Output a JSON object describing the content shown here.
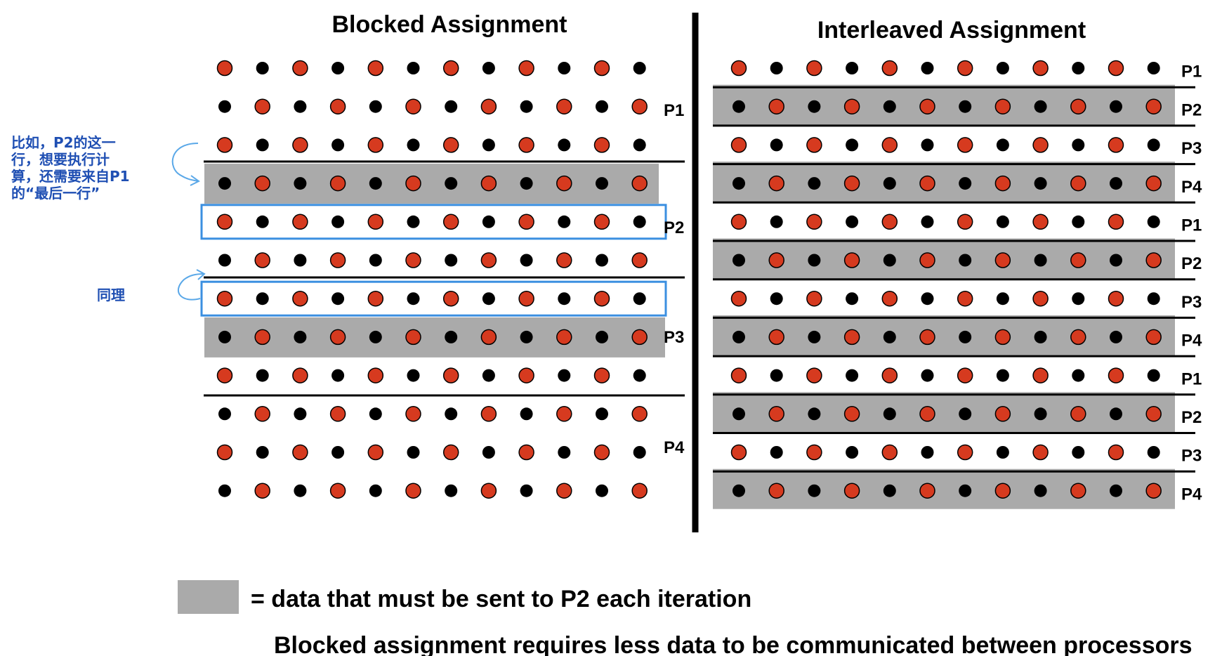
{
  "left_title": "Blocked Assignment",
  "right_title": "Interleaved Assignment",
  "left_p_labels": [
    "P1",
    "P2",
    "P3",
    "P4"
  ],
  "right_p_labels": [
    "P1",
    "P2",
    "P3",
    "P4",
    "P1",
    "P2",
    "P3",
    "P4",
    "P1",
    "P2",
    "P3",
    "P4"
  ],
  "annotation_1": [
    "比如，P2的这一",
    "行，想要执行计",
    "算，还需要来自P1",
    "的“最后一行”"
  ],
  "annotation_2": "同理",
  "legend_text": "= data that must be sent to P2 each iteration",
  "footer": "Blocked assignment requires less data to be communicated between processors",
  "colors": {
    "red_dot": "#d63a1f",
    "black_dot": "#000000",
    "shade": "#aaaaaa",
    "highlight_box": "#3b8fe0",
    "annotation_text": "#1f4fb3"
  },
  "grid": {
    "rows": 12,
    "cols": 12
  },
  "left_shaded_rows": [
    3,
    7
  ],
  "left_boxed_rows": [
    4,
    6
  ],
  "right_shaded_rows": [
    1,
    3,
    5,
    7,
    9,
    11
  ]
}
